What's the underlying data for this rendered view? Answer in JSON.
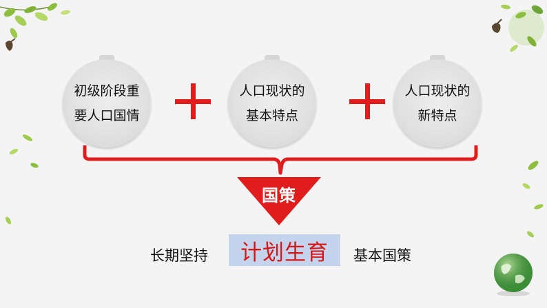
{
  "circles": [
    {
      "line1": "初级阶段重",
      "line2": "要人口国情"
    },
    {
      "line1": "人口现状的",
      "line2": "基本特点"
    },
    {
      "line1": "人口现状的",
      "line2": "新特点"
    }
  ],
  "policy": {
    "label": "国策"
  },
  "bottom": {
    "left_text": "长期坚持",
    "highlight_text": "计划生育",
    "right_text": "基本国策"
  },
  "colors": {
    "accent_red": "#e01c1c",
    "highlight_bg": "#c4d4ec",
    "circle_fill": "#e0e0e0"
  }
}
